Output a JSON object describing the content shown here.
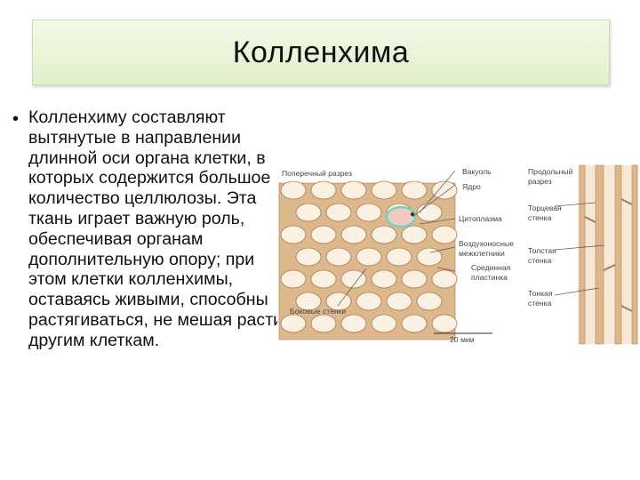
{
  "slide": {
    "title": "Колленхима",
    "bullet_char": "•",
    "body": "Колленхиму составляют вытянутые в направлении длинной оси органа клетки, в которых содержится большое количество целлюлозы. Эта ткань играет важную роль, обеспечивая органам дополнительную опору; при этом клетки колленхимы, оставаясь живыми, способны растягиваться, не мешая расти другим клеткам."
  },
  "figure": {
    "labels": {
      "cross_section": "Поперечный разрез",
      "vacuole": "Вакуоль",
      "nucleus": "Ядро",
      "cytoplasm": "Цитоплазма",
      "air_spaces_1": "Воздухоносные",
      "air_spaces_2": "межклетники",
      "middle_lamella_1": "Срединная",
      "middle_lamella_2": "пластинка",
      "side_walls": "Боковые стенки",
      "longitudinal_1": "Продольный",
      "longitudinal_2": "разрез",
      "end_wall_1": "Торцевая",
      "end_wall_2": "стенка",
      "thick_wall_1": "Толстая",
      "thick_wall_2": "стенка",
      "thin_wall_1": "Тонкая",
      "thin_wall_2": "стенка",
      "scale_bar": "20 мкм"
    },
    "colors": {
      "wall": "#ddb88c",
      "wall_edge": "#a8794a",
      "lumen": "#fbf1e3",
      "highlight_cell": "#6fd3c4",
      "vacuole": "#f3c9c1",
      "longitudinal_bg": "#f6e8d5"
    }
  }
}
